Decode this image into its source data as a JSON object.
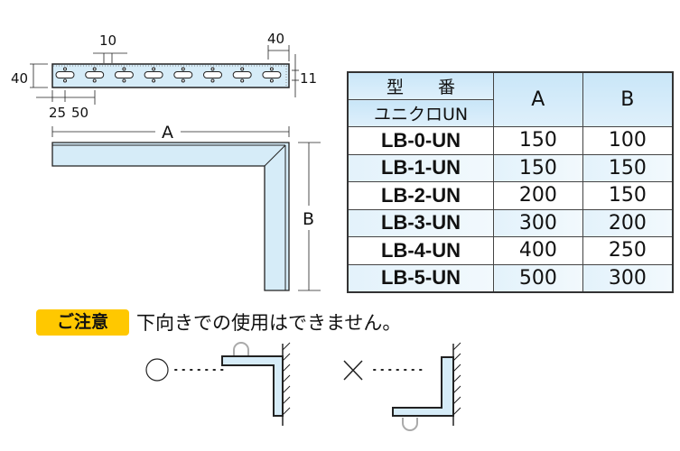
{
  "drawing": {
    "strip_height": "40",
    "slot_width": "10",
    "end_length": "40",
    "hole_pitch": "11",
    "first_offset": "25",
    "pitch": "50",
    "length_label": "A",
    "height_label": "B"
  },
  "table": {
    "header_model": "型　　番",
    "header_finish": "ユニクロUN",
    "header_a": "A",
    "header_b": "B",
    "rows": [
      {
        "model": "LB-0-UN",
        "a": "150",
        "b": "100"
      },
      {
        "model": "LB-1-UN",
        "a": "150",
        "b": "150"
      },
      {
        "model": "LB-2-UN",
        "a": "200",
        "b": "150"
      },
      {
        "model": "LB-3-UN",
        "a": "300",
        "b": "200"
      },
      {
        "model": "LB-4-UN",
        "a": "400",
        "b": "250"
      },
      {
        "model": "LB-5-UN",
        "a": "500",
        "b": "300"
      }
    ]
  },
  "notice": {
    "badge": "ご注意",
    "text": "下向きでの使用はできません。",
    "ok_symbol": "○",
    "ng_symbol": "×"
  },
  "colors": {
    "fill": "#d6ecf8",
    "badge": "#ffc800",
    "line": "#222222"
  }
}
